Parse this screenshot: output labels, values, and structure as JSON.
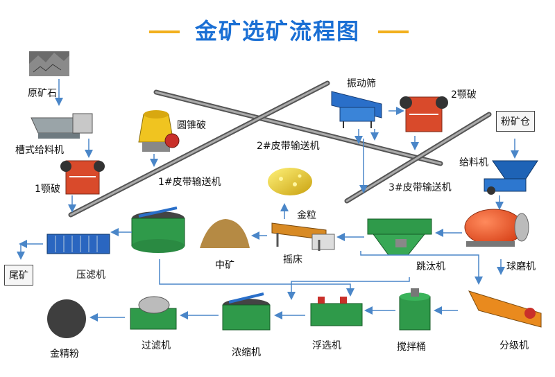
{
  "title": "金矿选矿流程图",
  "labels": {
    "ore": "原矿石",
    "trough_feeder": "槽式给料机",
    "jaw1": "1颚破",
    "cone": "圆锥破",
    "belt1": "1#皮带输送机",
    "screen": "振动筛",
    "jaw2": "2颚破",
    "belt2": "2#皮带输送机",
    "powder_bin": "粉矿仓",
    "feeder": "给料机",
    "belt3": "3#皮带输送机",
    "gold_grain": "金粒",
    "filter_press": "压滤机",
    "tailings": "尾矿",
    "thickener_top": "",
    "middlings": "中矿",
    "shaking_table": "摇床",
    "jig": "跳汰机",
    "ball_mill": "球磨机",
    "classifier": "分级机",
    "agitator": "搅拌桶",
    "flotation": "浮选机",
    "thickener": "浓缩机",
    "vacuum_filter": "过滤机",
    "concentrate": "金精粉"
  },
  "colors": {
    "title": "#1a6fd4",
    "accent": "#f2b01e",
    "arrow": "#4a86c8"
  }
}
